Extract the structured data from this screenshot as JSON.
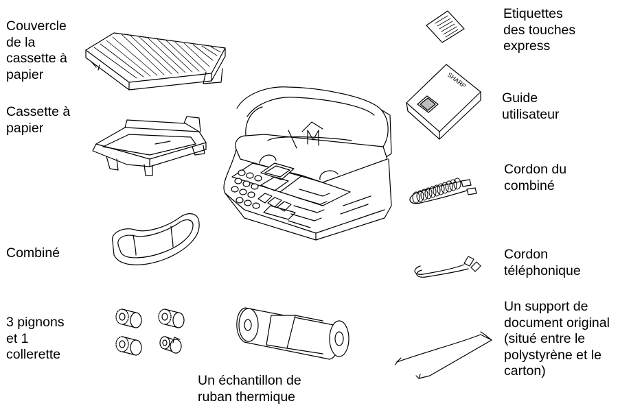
{
  "labels": {
    "paper_tray_cover": "Couvercle\nde la\ncassette à\npapier",
    "paper_tray": "Cassette à\npapier",
    "handset": "Combiné",
    "gears": "3 pignons\net 1\ncollerette",
    "rapid_key_labels": "Etiquettes\ndes touches\nexpress",
    "user_guide": "Guide\nutilisateur",
    "handset_cord": "Cordon du\ncombiné",
    "telephone_cord": "Cordon\ntéléphonique",
    "original_document_support": "Un support de\ndocument original\n(situé entre le\npolystyrène et le\ncarton)",
    "thermal_ribbon_sample": "Un échantillon de\nruban thermique"
  },
  "manual_brand": "SHARP",
  "colors": {
    "line": "#000000",
    "background": "#ffffff",
    "shade": "#bdbdbd"
  }
}
